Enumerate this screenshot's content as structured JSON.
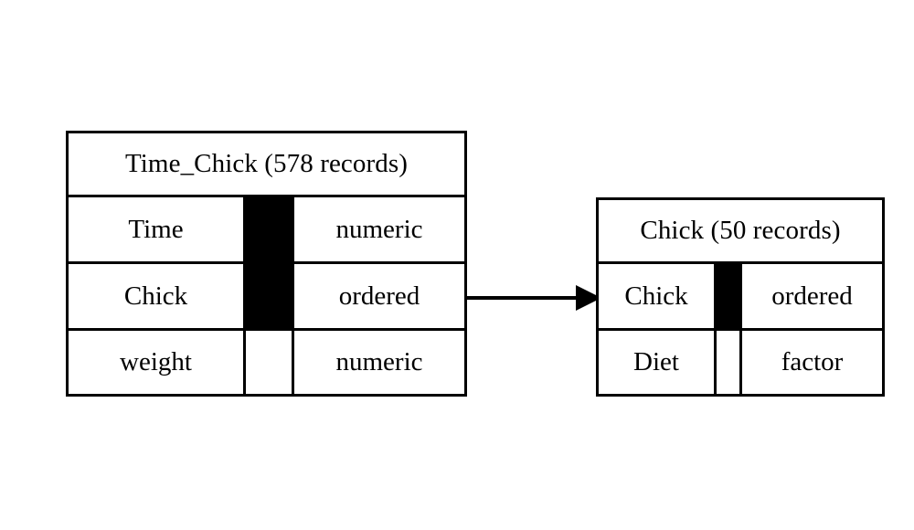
{
  "diagram": {
    "type": "entity-relationship",
    "background_color": "#ffffff",
    "line_color": "#000000",
    "entities": [
      {
        "id": "time-chick",
        "title": "Time_Chick (578 records)",
        "name": "Time_Chick",
        "record_count": "578 records",
        "attributes": [
          {
            "name": "Time",
            "type": "numeric",
            "key": true
          },
          {
            "name": "Chick",
            "type": "ordered",
            "key": true
          },
          {
            "name": "weight",
            "type": "numeric",
            "key": false
          }
        ]
      },
      {
        "id": "chick",
        "title": "Chick (50 records)",
        "name": "Chick",
        "record_count": "50 records",
        "attributes": [
          {
            "name": "Chick",
            "type": "ordered",
            "key": true
          },
          {
            "name": "Diet",
            "type": "factor",
            "key": false
          }
        ]
      }
    ],
    "relationship": {
      "from": "time-chick.Chick",
      "to": "chick.Chick",
      "style": "solid-arrow",
      "label": ""
    }
  }
}
